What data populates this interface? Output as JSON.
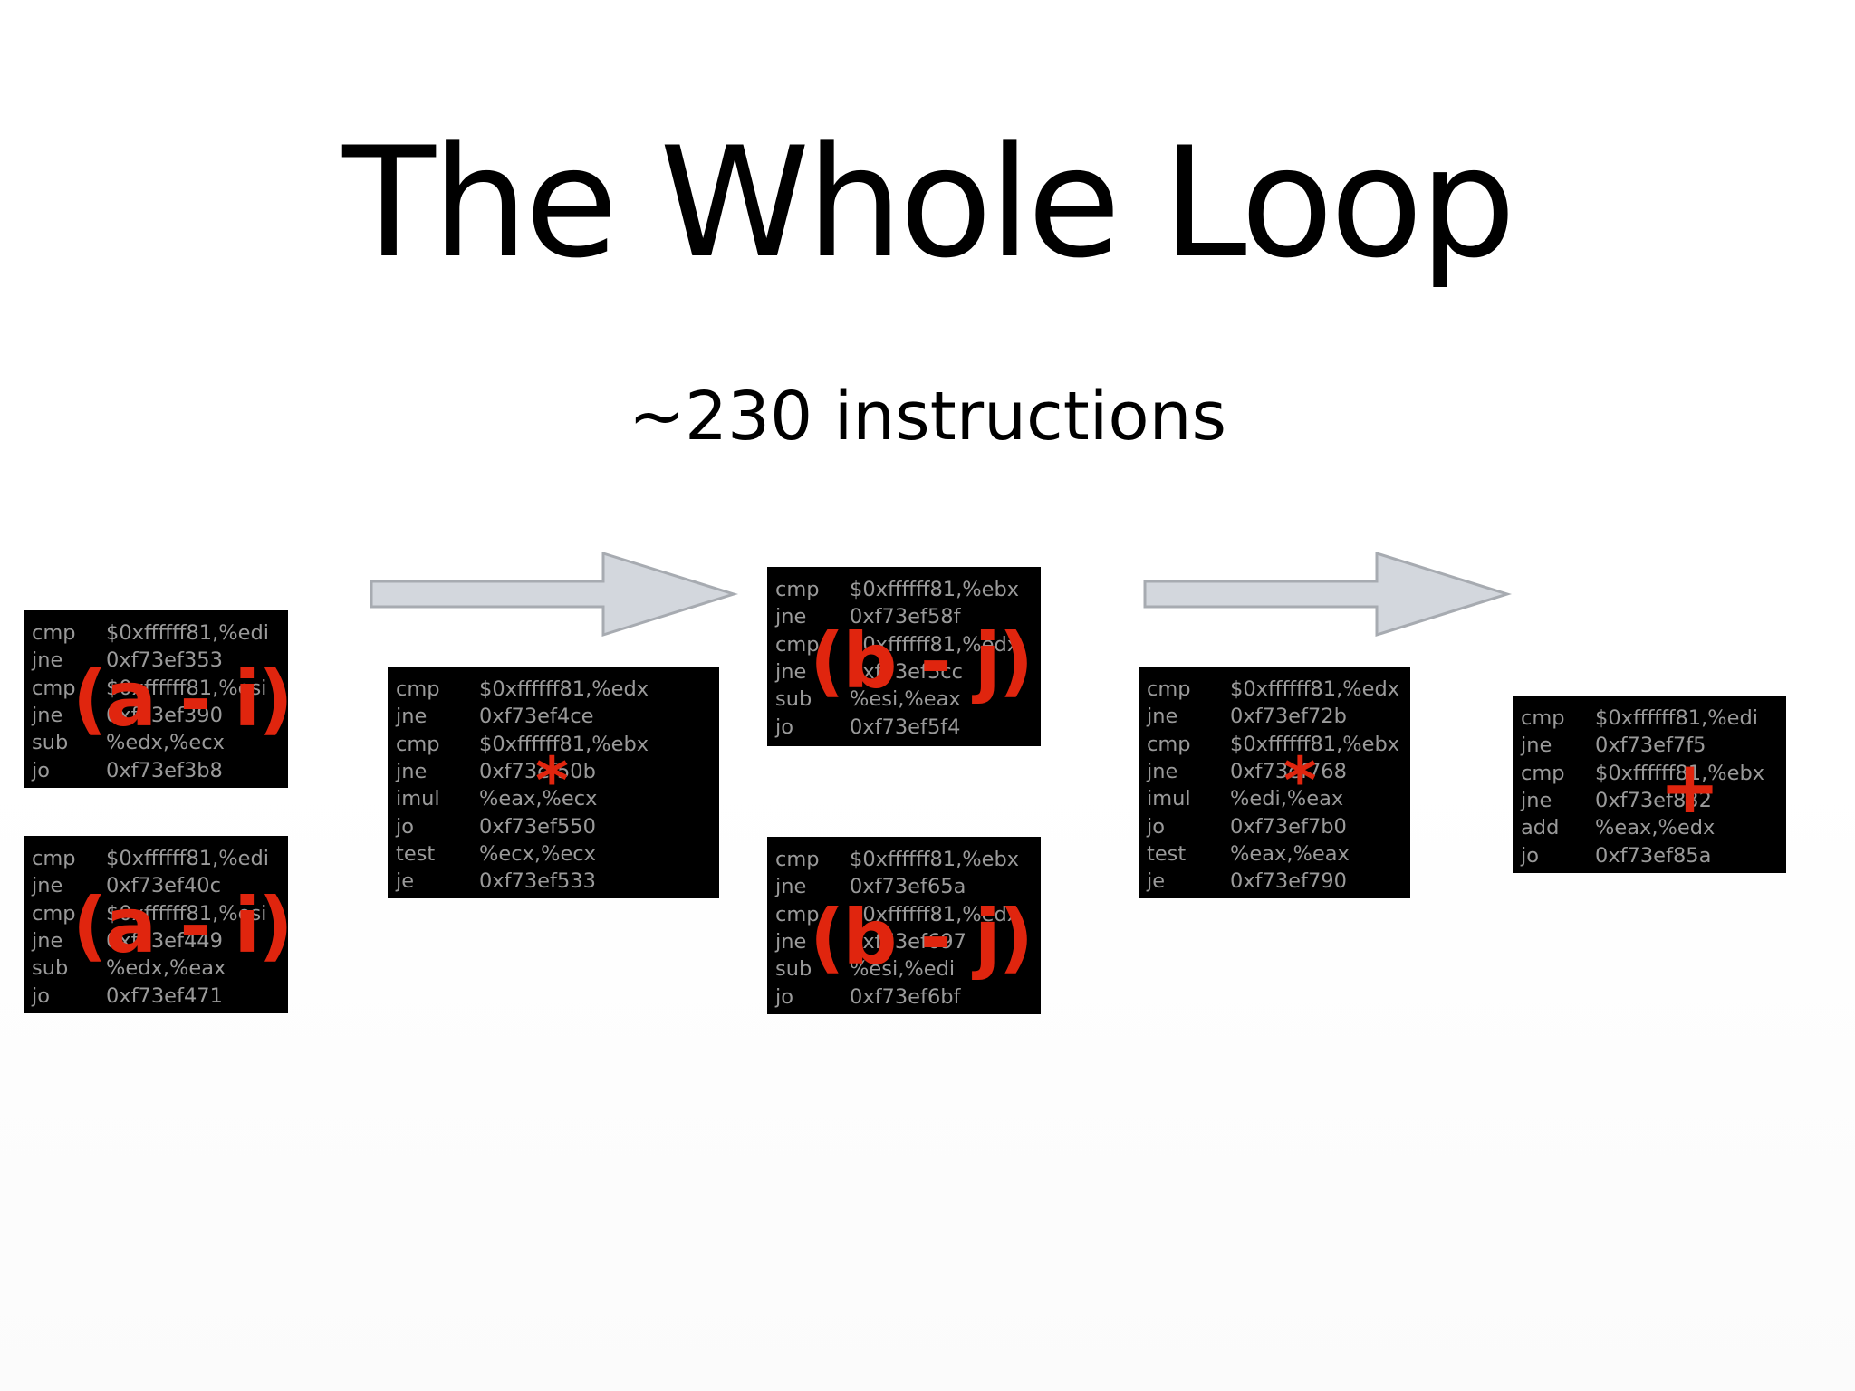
{
  "slide": {
    "title": "The Whole Loop",
    "subtitle": "~230 instructions"
  },
  "blocks": {
    "a1": {
      "lines": [
        {
          "op": "cmp",
          "arg": "$0xffffff81,%edi"
        },
        {
          "op": "jne",
          "arg": "0xf73ef353"
        },
        {
          "op": "cmp",
          "arg": "$0xffffff81,%esi"
        },
        {
          "op": "jne",
          "arg": "0xf73ef390"
        },
        {
          "op": "sub",
          "arg": "%edx,%ecx"
        },
        {
          "op": "jo",
          "arg": "0xf73ef3b8"
        }
      ],
      "overlay": "(a - i)"
    },
    "a2": {
      "lines": [
        {
          "op": "cmp",
          "arg": "$0xffffff81,%edi"
        },
        {
          "op": "jne",
          "arg": "0xf73ef40c"
        },
        {
          "op": "cmp",
          "arg": "$0xffffff81,%esi"
        },
        {
          "op": "jne",
          "arg": "0xf73ef449"
        },
        {
          "op": "sub",
          "arg": "%edx,%eax"
        },
        {
          "op": "jo",
          "arg": "0xf73ef471"
        }
      ],
      "overlay": "(a - i)"
    },
    "mul1": {
      "lines": [
        {
          "op": "cmp",
          "arg": "$0xffffff81,%edx"
        },
        {
          "op": "jne",
          "arg": "0xf73ef4ce"
        },
        {
          "op": "cmp",
          "arg": "$0xffffff81,%ebx"
        },
        {
          "op": "jne",
          "arg": "0xf73ef50b"
        },
        {
          "op": "imul",
          "arg": "%eax,%ecx"
        },
        {
          "op": "jo",
          "arg": "0xf73ef550"
        },
        {
          "op": "test",
          "arg": "%ecx,%ecx"
        },
        {
          "op": "je",
          "arg": "0xf73ef533"
        }
      ],
      "overlay": "*"
    },
    "b1": {
      "lines": [
        {
          "op": "cmp",
          "arg": "$0xffffff81,%ebx"
        },
        {
          "op": "jne",
          "arg": "0xf73ef58f"
        },
        {
          "op": "cmp",
          "arg": "$0xffffff81,%edx"
        },
        {
          "op": "jne",
          "arg": "0xf73ef5cc"
        },
        {
          "op": "sub",
          "arg": "%esi,%eax"
        },
        {
          "op": "jo",
          "arg": "0xf73ef5f4"
        }
      ],
      "overlay": "(b - j)"
    },
    "b2": {
      "lines": [
        {
          "op": "cmp",
          "arg": "$0xffffff81,%ebx"
        },
        {
          "op": "jne",
          "arg": "0xf73ef65a"
        },
        {
          "op": "cmp",
          "arg": "$0xffffff81,%edx"
        },
        {
          "op": "jne",
          "arg": "0xf73ef697"
        },
        {
          "op": "sub",
          "arg": "%esi,%edi"
        },
        {
          "op": "jo",
          "arg": "0xf73ef6bf"
        }
      ],
      "overlay": "(b - j)"
    },
    "mul2": {
      "lines": [
        {
          "op": "cmp",
          "arg": "$0xffffff81,%edx"
        },
        {
          "op": "jne",
          "arg": "0xf73ef72b"
        },
        {
          "op": "cmp",
          "arg": "$0xffffff81,%ebx"
        },
        {
          "op": "jne",
          "arg": "0xf73ef768"
        },
        {
          "op": "imul",
          "arg": "%edi,%eax"
        },
        {
          "op": "jo",
          "arg": "0xf73ef7b0"
        },
        {
          "op": "test",
          "arg": "%eax,%eax"
        },
        {
          "op": "je",
          "arg": "0xf73ef790"
        }
      ],
      "overlay": "*"
    },
    "add": {
      "lines": [
        {
          "op": "cmp",
          "arg": "$0xffffff81,%edi"
        },
        {
          "op": "jne",
          "arg": "0xf73ef7f5"
        },
        {
          "op": "cmp",
          "arg": "$0xffffff81,%ebx"
        },
        {
          "op": "jne",
          "arg": "0xf73ef832"
        },
        {
          "op": "add",
          "arg": "%eax,%edx"
        },
        {
          "op": "jo",
          "arg": "0xf73ef85a"
        }
      ],
      "overlay": "+"
    }
  },
  "colors": {
    "background": "#ffffff",
    "block_background": "#000000",
    "code_text": "#9a9a9a",
    "overlay_red": "#e0250e",
    "arrow_fill": "#d3d7dd",
    "arrow_stroke": "#a7abb1"
  },
  "icons": [
    "arrow-right-icon",
    "arrow-right-icon"
  ]
}
